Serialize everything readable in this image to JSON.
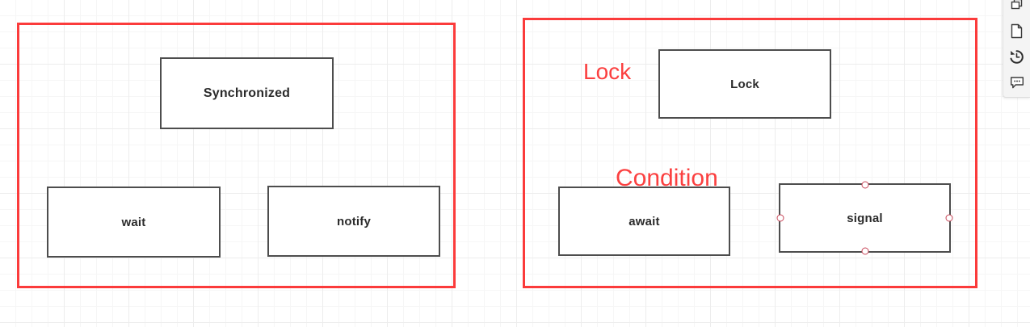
{
  "app": {
    "canvas_background": "#ffffff",
    "grid_color": "#ededed",
    "accent_red": "#fb3b3b",
    "node_border": "#4d4d4d",
    "node_text": "#2b2b2b",
    "handle_color": "#c9485a"
  },
  "diagram": {
    "groups": [
      {
        "name": "synchronized-group",
        "label": ""
      },
      {
        "name": "lock-group",
        "label": ""
      }
    ],
    "annotations": [
      {
        "text": "Lock",
        "color": "#fb4040",
        "font_size": 28
      },
      {
        "text": "Condition",
        "color": "#fb4040",
        "font_size": 30
      }
    ],
    "nodes": [
      {
        "id": "synchronized",
        "label": "Synchronized",
        "selected": false
      },
      {
        "id": "wait",
        "label": "wait",
        "selected": false
      },
      {
        "id": "notify",
        "label": "notify",
        "selected": false
      },
      {
        "id": "lock",
        "label": "Lock",
        "selected": false
      },
      {
        "id": "await",
        "label": "await",
        "selected": false
      },
      {
        "id": "signal",
        "label": "signal",
        "selected": true
      }
    ]
  },
  "toolbar": {
    "items": [
      {
        "icon": "layers-icon",
        "tooltip": "Layers"
      },
      {
        "icon": "outline-icon",
        "tooltip": "Outline"
      },
      {
        "icon": "history-icon",
        "tooltip": "Revision History"
      },
      {
        "icon": "comment-icon",
        "tooltip": "Comments"
      }
    ]
  }
}
